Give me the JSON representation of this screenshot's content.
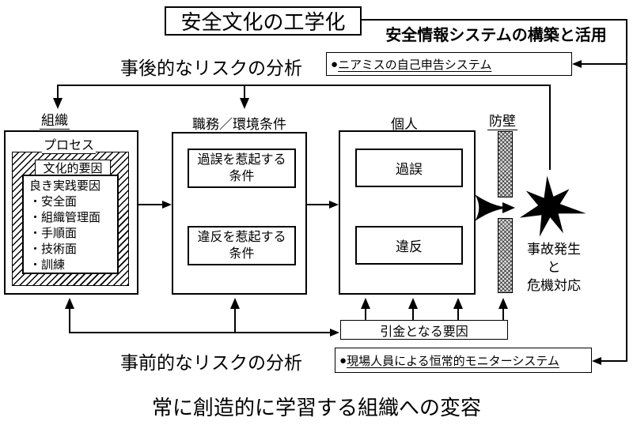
{
  "title": "安全文化の工学化",
  "info_system": {
    "heading": "安全情報システムの構築と活用",
    "near_miss_bullet": "●",
    "near_miss_label": "ニアミスの自己申告システム",
    "monitor_bullet": "●",
    "monitor_label": "現場人員による恒常的モニターシステム"
  },
  "analysis": {
    "post_hoc": "事後的なリスクの分析",
    "proactive": "事前的なリスクの分析"
  },
  "organization": {
    "label": "組織",
    "process_label": "プロセス",
    "cultural_factor_label": "文化的要因",
    "good_practice_title": "良き実践要因",
    "good_practice_items": [
      "・安全面",
      "・組織管理面",
      "・手順面",
      "・技術面",
      "・訓練"
    ]
  },
  "job_env": {
    "label": "職務／環境条件",
    "error_condition_line1": "過誤を惹起する",
    "error_condition_line2": "条件",
    "violation_condition_line1": "違反を惹起する",
    "violation_condition_line2": "条件"
  },
  "individual": {
    "label": "個人",
    "error": "過誤",
    "violation": "違反"
  },
  "barrier": {
    "label": "防壁"
  },
  "accident": {
    "line1": "事故発生",
    "line2": "と",
    "line3": "危機対応"
  },
  "trigger": {
    "label": "引金となる要因"
  },
  "footer": "常に創造的に学習する組織への変容",
  "colors": {
    "ink": "#000000",
    "paper": "#ffffff",
    "barrier_fill": "#e0e0e0"
  }
}
